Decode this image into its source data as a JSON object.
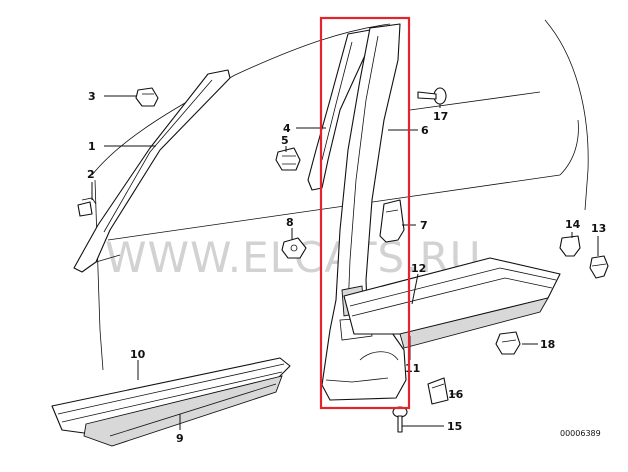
{
  "watermark": "WWW.ELCATS.RU",
  "diagram_code": "00006389",
  "callouts": [
    "1",
    "2",
    "3",
    "4",
    "5",
    "6",
    "7",
    "8",
    "9",
    "10",
    "11",
    "12",
    "13",
    "14",
    "15",
    "16",
    "17",
    "18"
  ],
  "highlight_color": "#e3242b"
}
